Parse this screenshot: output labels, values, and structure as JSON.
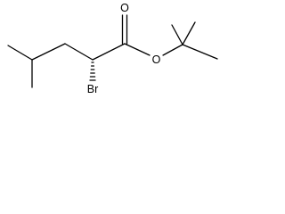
{
  "molecule": {
    "atoms": {
      "carbonyl_oxygen": "O",
      "ester_oxygen": "O",
      "bromine": "Br"
    },
    "colors": {
      "ink": "#000000",
      "background": "#ffffff"
    }
  }
}
